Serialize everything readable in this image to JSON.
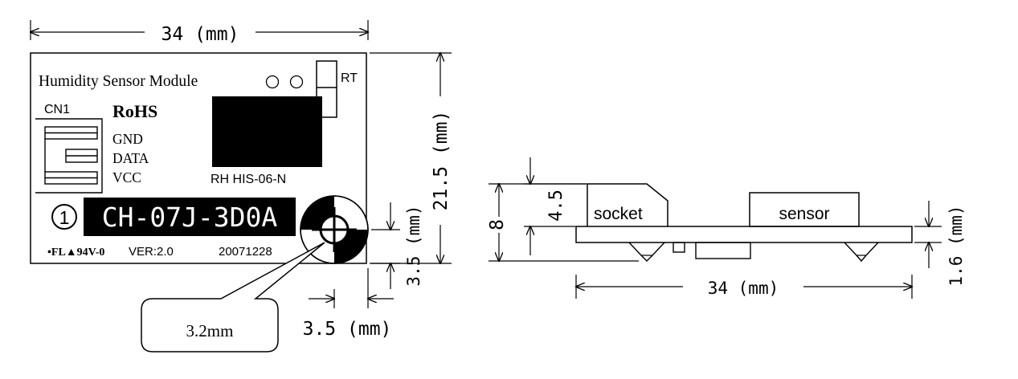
{
  "top_view": {
    "width_dim": "34 (mm)",
    "height_dim": "21.5 (mm)",
    "title": "Humidity Sensor Module",
    "connector": {
      "name": "CN1",
      "pins": [
        "GND",
        "DATA",
        "VCC"
      ]
    },
    "rohs": "RoHS",
    "rt_label": "RT",
    "sensor_part": "RH HIS-06-N",
    "pin1_marker": "1",
    "model_number": "CH-07J-3D0A",
    "ul_mark": "•FL▲94V-0",
    "version": "VER:2.0",
    "date_code": "20071228",
    "hole_offset_v": "3.5 (mm)",
    "hole_offset_h": "3.5 (mm)",
    "hole_diameter_callout": "3.2mm"
  },
  "side_view": {
    "total_height": "8",
    "component_height": "4.5",
    "board_thickness": "1.6 (mm)",
    "socket_label": "socket",
    "sensor_label": "sensor",
    "length_dim": "34 (mm)"
  },
  "colors": {
    "line": "#000000",
    "fill_dark": "#000000",
    "fill_light": "#ffffff",
    "inverse_text": "#ffffff"
  }
}
